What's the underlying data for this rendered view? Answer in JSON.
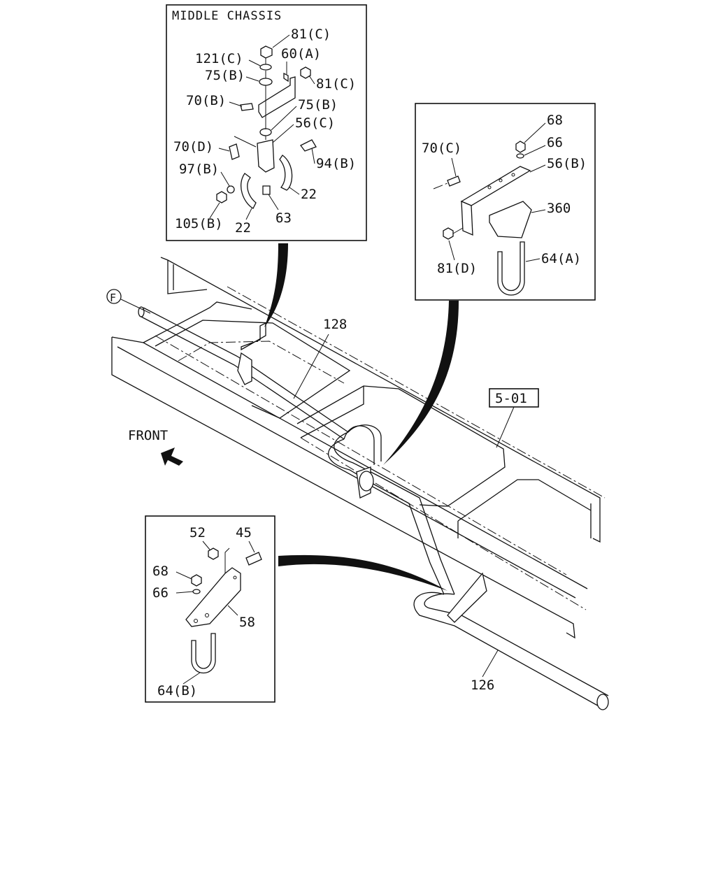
{
  "inset_middle": {
    "title": "MIDDLE CHASSIS",
    "labels": {
      "l81c_a": "81(C)",
      "l121c": "121(C)",
      "l60a": "60(A)",
      "l75b_a": "75(B)",
      "l81c_b": "81(C)",
      "l70b": "70(B)",
      "l75b_b": "75(B)",
      "l56c": "56(C)",
      "l70d": "70(D)",
      "l94b": "94(B)",
      "l97b": "97(B)",
      "l22_a": "22",
      "l105b": "105(B)",
      "l22_b": "22",
      "l63": "63"
    }
  },
  "inset_right": {
    "labels": {
      "l68": "68",
      "l70c": "70(C)",
      "l66": "66",
      "l56b": "56(B)",
      "l360": "360",
      "l64a": "64(A)",
      "l81d": "81(D)"
    }
  },
  "inset_bottom": {
    "labels": {
      "l52": "52",
      "l45": "45",
      "l68": "68",
      "l66": "66",
      "l58": "58",
      "l64b": "64(B)"
    }
  },
  "main": {
    "circle_ref": "F",
    "pipe_128": "128",
    "ref_box": "5-01",
    "front_label": "FRONT",
    "pipe_126": "126"
  }
}
